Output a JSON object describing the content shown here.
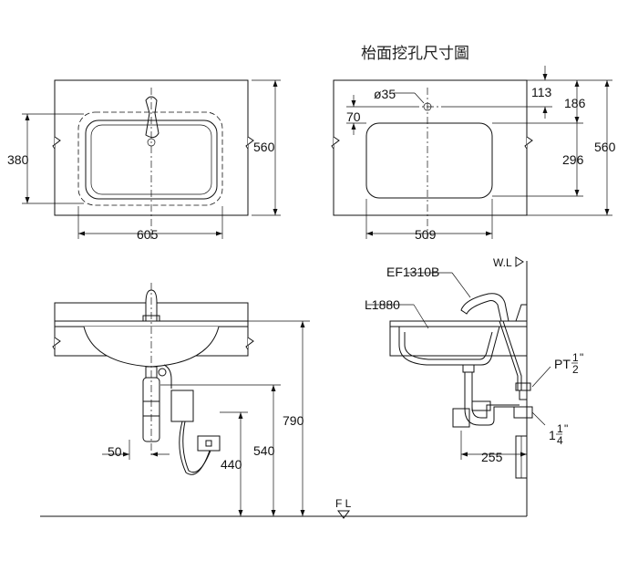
{
  "title": "枱面挖孔尺寸圖",
  "top_left": {
    "dim_width": "605",
    "dim_cutout_depth": "380",
    "dim_counter_depth": "560"
  },
  "top_right": {
    "dim_hole": "ø35",
    "dim_offset": "70",
    "dim_113": "113",
    "dim_186": "186",
    "dim_296": "296",
    "dim_560": "560",
    "dim_509": "509"
  },
  "front": {
    "dim_790": "790",
    "dim_540": "540",
    "dim_440": "440",
    "dim_50": "50"
  },
  "side": {
    "label_faucet": "EF1310B",
    "label_basin": "L1880",
    "label_wl": "W.L",
    "label_pt": "PT",
    "label_pt_num": "1",
    "label_pt_den": "2",
    "label_pt_quote": "\"",
    "label_trap_whole": "1",
    "label_trap_num": "1",
    "label_trap_den": "4",
    "label_trap_quote": "\"",
    "dim_255": "255"
  },
  "floor_label": "F L"
}
